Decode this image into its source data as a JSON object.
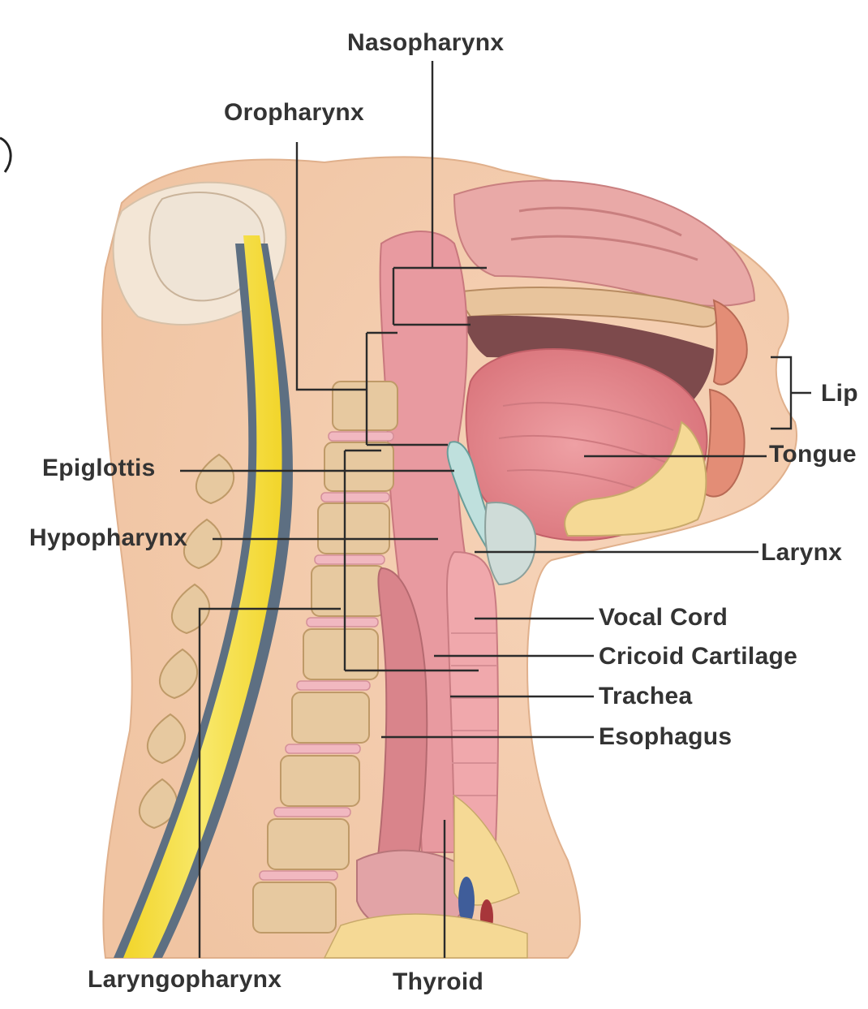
{
  "labels": {
    "nasopharynx": "Nasopharynx",
    "oropharynx": "Oropharynx",
    "epiglottis": "Epiglottis",
    "hypopharynx": "Hypopharynx",
    "laryngopharynx": "Laryngopharynx",
    "thyroid": "Thyroid",
    "lip": "Lip",
    "tongue": "Tongue",
    "larynx": "Larynx",
    "vocal_cord": "Vocal Cord",
    "cricoid_cartilage": "Cricoid Cartilage",
    "trachea": "Trachea",
    "esophagus": "Esophagus"
  },
  "colors": {
    "label_text": "#333333",
    "leader_line": "#2b2b2b",
    "skin": "#f1c7a4",
    "soft_tissue": "#e79a9a",
    "tongue": "#e58a8f",
    "spinal_cord": "#f4de3a",
    "bone": "#e7c9a0",
    "cartilage": "#bfe0dd",
    "fat": "#f5d995"
  }
}
